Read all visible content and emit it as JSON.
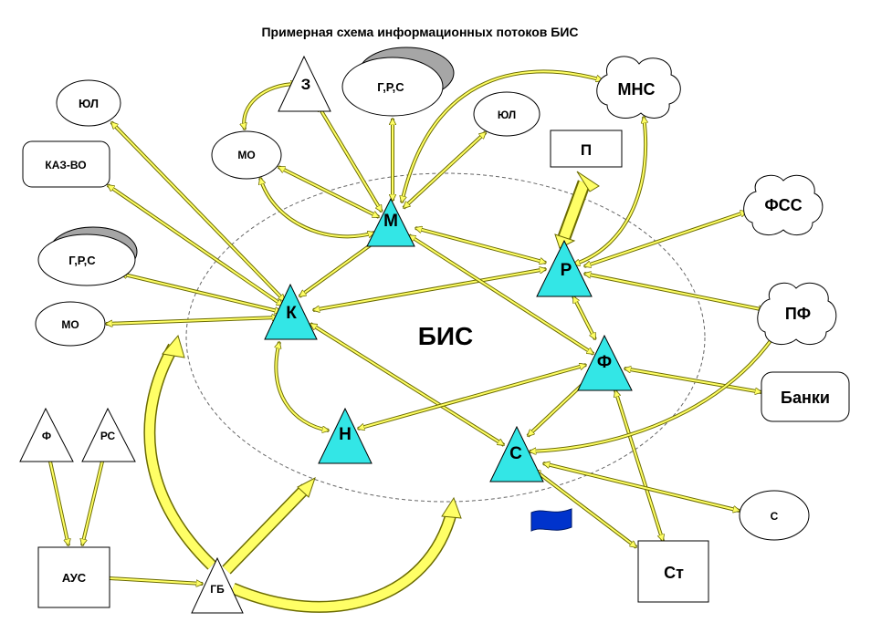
{
  "title": "Примерная схема информационных потоков БИС",
  "center_label": "БИС",
  "colors": {
    "arrow_fill": "#ffff66",
    "arrow_stroke": "#6b6b00",
    "node_cyan": "#33e6e6",
    "shadow_gray": "#a6a6a6",
    "flag_blue": "#0033cc"
  },
  "internal_nodes": {
    "M": "М",
    "K": "К",
    "R": "Р",
    "F": "Ф",
    "N": "Н",
    "S": "С"
  },
  "external_nodes": {
    "z": "З",
    "grs_top": "Г,Р,С",
    "yul_top": "ЮЛ",
    "mns": "МНС",
    "p": "П",
    "yul_left": "ЮЛ",
    "kaz": "КАЗ-ВО",
    "mo_top": "МО",
    "fss": "ФСС",
    "grs_left": "Г,Р,С",
    "mo_left": "МО",
    "pf": "ПФ",
    "banki": "Банки",
    "f_tri": "Ф",
    "rs_tri": "РС",
    "s_right": "С",
    "aus": "АУС",
    "gb": "ГБ",
    "st": "Ст"
  }
}
